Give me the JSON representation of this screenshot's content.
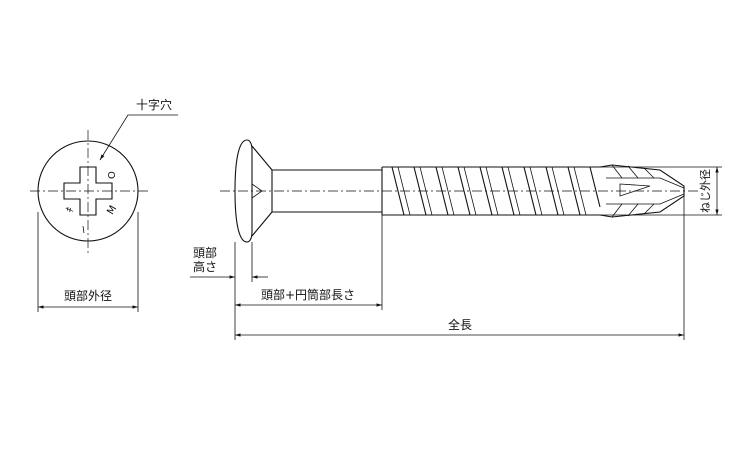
{
  "labels": {
    "cross_recess": "十字穴",
    "head_diameter": "頭部外径",
    "head_height_line1": "頭部",
    "head_height_line2": "高さ",
    "head_shank_length": "頭部+円筒部長さ",
    "total_length": "全長",
    "thread_diameter": "ねじ外径"
  },
  "head_markings": {
    "top": "O",
    "left": "ｷ",
    "right": "M"
  },
  "icons": {
    "cross_recess": "phillips-cross-icon"
  }
}
